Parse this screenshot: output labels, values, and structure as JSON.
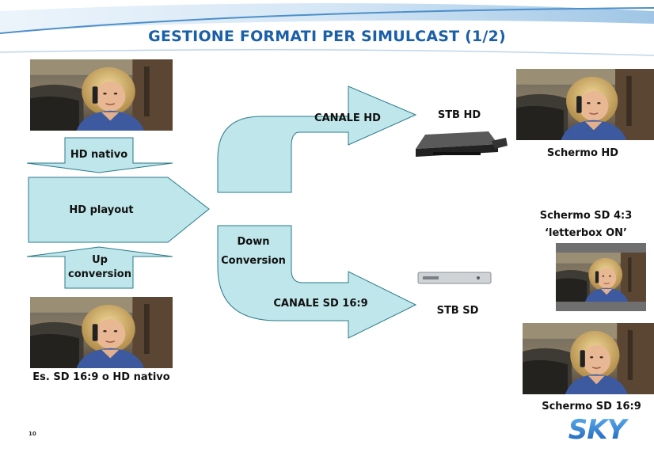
{
  "slide": {
    "title": "GESTIONE FORMATI PER SIMULCAST (1/2)",
    "page_number": "10",
    "logo_text": "SKY"
  },
  "left": {
    "hd_nativo": "HD nativo",
    "hd_playout": "HD playout",
    "up_line1": "Up",
    "up_line2": "conversion",
    "source_caption": "Es. SD 16:9 o HD nativo"
  },
  "center": {
    "canale_hd": "CANALE HD",
    "down_line1": "Down",
    "down_line2": "Conversion",
    "canale_sd": "CANALE SD 16:9"
  },
  "devices": {
    "stb_hd": "STB HD",
    "stb_sd": "STB SD"
  },
  "screens": {
    "hd": "Schermo HD",
    "sd43_line1": "Schermo SD 4:3",
    "sd43_line2": "‘letterbox ON’",
    "sd169": "Schermo SD 16:9"
  },
  "colors": {
    "title": "#1a5fa8",
    "arrow_fill": "#bfe6ea",
    "arrow_stroke": "#2a7a8a",
    "logo": "#1f6fc4"
  }
}
